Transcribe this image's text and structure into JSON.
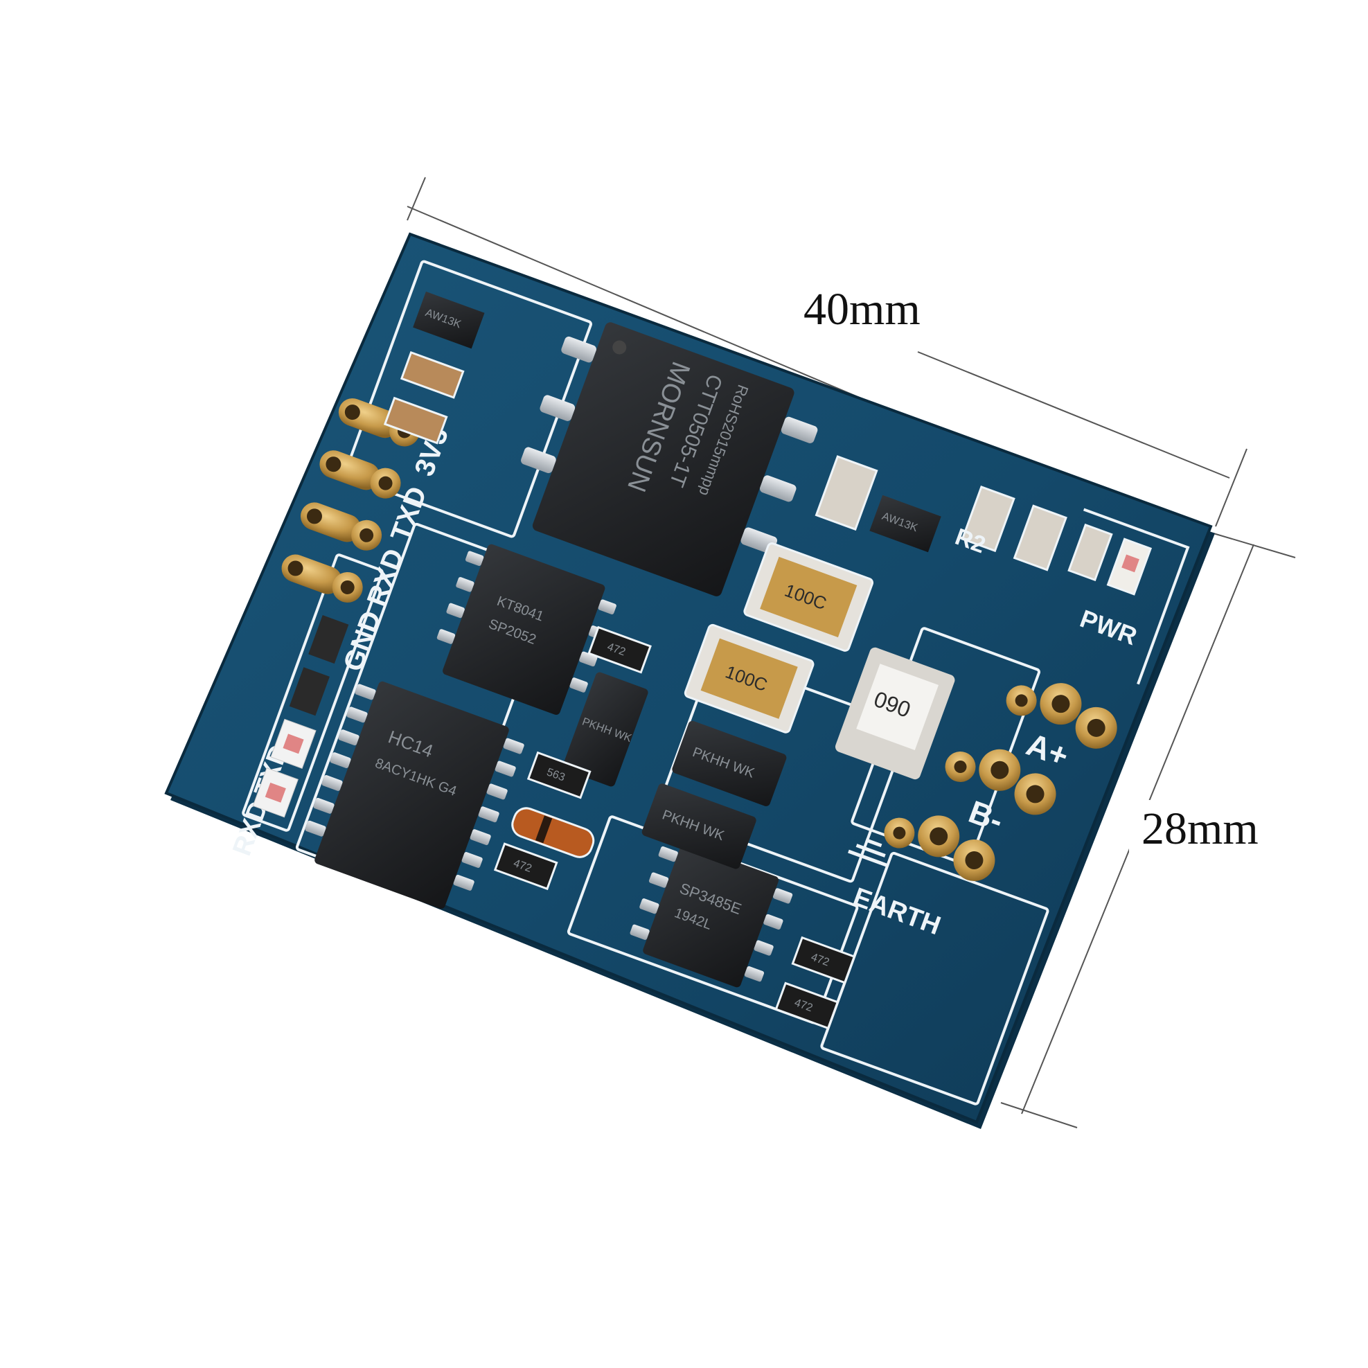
{
  "dimensions": {
    "width_label": "40mm",
    "height_label": "28mm"
  },
  "silkscreen": {
    "pins": [
      "GND",
      "RXD",
      "TXD",
      "3V3"
    ],
    "leds_label": "RXD TXD",
    "pwr": "PWR",
    "r2": "R2",
    "a": "A+",
    "b": "B-",
    "earth": "EARTH"
  },
  "parts": {
    "dcdc_brand": "MORNSUN",
    "dcdc_model": "CTT0505-1T",
    "dcdc_note": "RoHS2015mmpp",
    "ic_hc14": "HC14",
    "ic_hc14_code": "8ACY1HK G4",
    "ic_sp3485": "SP3485E",
    "ic_sp3485_code": "1942L",
    "ic_iso": "KT8041",
    "ic_iso_code": "SP2052",
    "inductor_1": "100C",
    "inductor_2": "100C",
    "fuse": "090",
    "tvs_1": "PKHH WK",
    "tvs_2": "PKHH WK",
    "tvs_3": "PKHH WK",
    "res_472": "472",
    "res_563": "563",
    "reg_1": "AW13K",
    "reg_2": "AW13K"
  },
  "colors": {
    "pcb": "#14496a",
    "pcb_dark": "#0f3a56",
    "silk": "#eef4f8",
    "gold": "#c79a4a",
    "chip": "#1b1c1e",
    "background": "#ffffff"
  }
}
